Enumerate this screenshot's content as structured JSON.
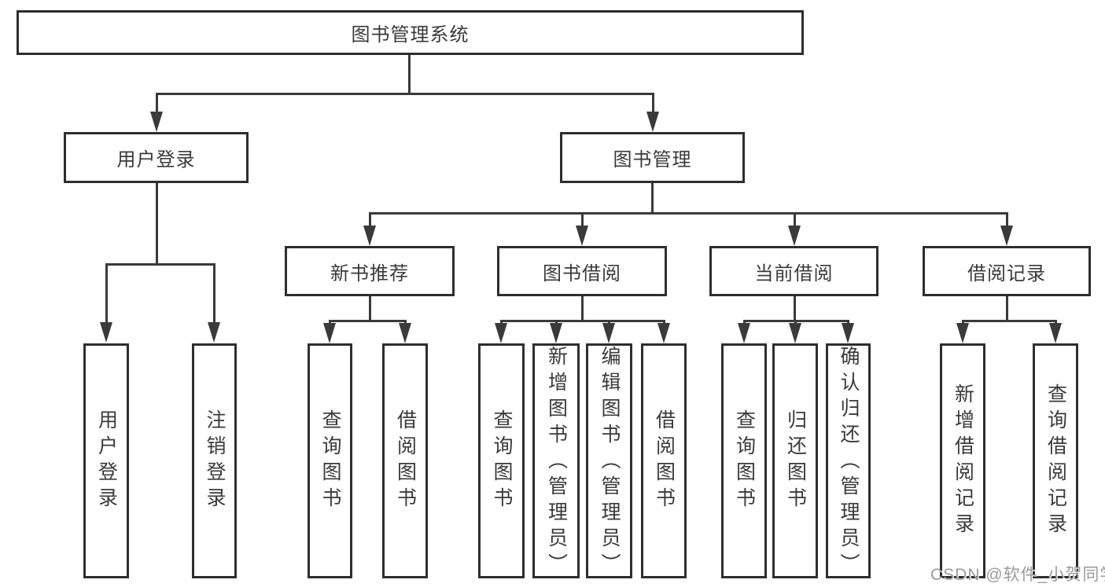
{
  "diagram": {
    "type": "tree",
    "root": {
      "label": "图书管理系统",
      "children": [
        {
          "label": "用户登录",
          "children": [
            {
              "label": "用户登录"
            },
            {
              "label": "注销登录"
            }
          ]
        },
        {
          "label": "图书管理",
          "children": [
            {
              "label": "新书推荐",
              "children": [
                {
                  "label": "查询图书"
                },
                {
                  "label": "借阅图书"
                }
              ]
            },
            {
              "label": "图书借阅",
              "children": [
                {
                  "label": "查询图书"
                },
                {
                  "label": "新增图书（管理员）"
                },
                {
                  "label": "编辑图书（管理员）"
                },
                {
                  "label": "借阅图书"
                }
              ]
            },
            {
              "label": "当前借阅",
              "children": [
                {
                  "label": "查询图书"
                },
                {
                  "label": "归还图书"
                },
                {
                  "label": "确认归还（管理员）"
                }
              ]
            },
            {
              "label": "借阅记录",
              "children": [
                {
                  "label": "新增借阅记录"
                },
                {
                  "label": "查询借阅记录"
                }
              ]
            }
          ]
        }
      ]
    },
    "colors": {
      "line": "#3a3a3a",
      "box_border": "#2e2e2e",
      "text": "#3a3a3a",
      "background": "#ffffff",
      "watermark": "#9b9b9b"
    }
  },
  "watermark": {
    "text": "CSDN @软件_小贺同学"
  }
}
